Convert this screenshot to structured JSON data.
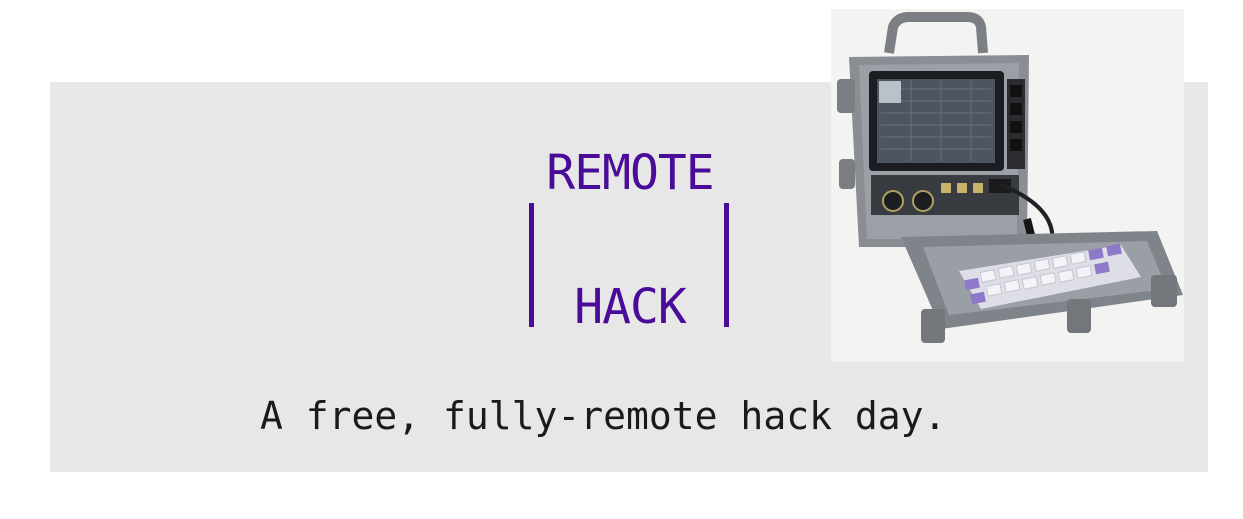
{
  "logo": {
    "line1": "REMOTE",
    "line2": "HACK",
    "color": "#4a0b99"
  },
  "tagline": "A free, fully-remote hack day.",
  "banner": {
    "background": "#e6e7e6"
  },
  "photo": {
    "subject": "rugged-case-computer-with-screen-and-keyboard"
  }
}
